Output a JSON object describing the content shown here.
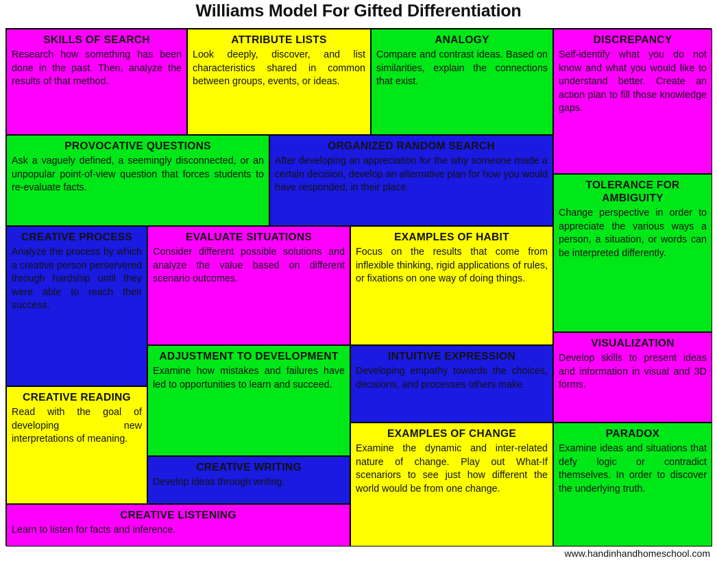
{
  "page": {
    "title": "Williams Model For Gifted Differentiation",
    "footer_url": "www.handinhandhomeschool.com"
  },
  "colors": {
    "magenta": "#ff00ff",
    "yellow": "#ffff00",
    "green": "#00e817",
    "blue": "#1a1ae0",
    "text": "#111111",
    "background": "#ffffff"
  },
  "cells": [
    {
      "id": "skills-of-search",
      "heading": "SKILLS OF SEARCH",
      "body": "Research how something has been done in the past. Then, analyze the results of that method.",
      "color": "magenta"
    },
    {
      "id": "attribute-lists",
      "heading": "ATTRIBUTE LISTS",
      "body": "Look deeply, discover, and list characteristics shared in common between groups, events, or ideas.",
      "color": "yellow"
    },
    {
      "id": "analogy",
      "heading": "ANALOGY",
      "body": "Compare and contrast ideas. Based on similarities, explain the connections that exist.",
      "color": "green"
    },
    {
      "id": "discrepancy",
      "heading": "DISCREPANCY",
      "body": "Self-identify what you do not know and what you would like to understand better. Create an action plan to fill those knowledge gaps.",
      "color": "magenta"
    },
    {
      "id": "provocative-questions",
      "heading": "PROVOCATIVE QUESTIONS",
      "body": "Ask a vaguely defined, a seemingly disconnected, or an unpopular point-of-view question that forces students to re-evaluate facts.",
      "color": "green"
    },
    {
      "id": "organized-random-search",
      "heading": "ORGANIZED RANDOM SEARCH",
      "body": "After developing an appreciation for the why someone made a certain decision, develop an alternative plan for how you would have responded, in their place.",
      "color": "blue"
    },
    {
      "id": "tolerance-for-ambiguity",
      "heading": "TOLERANCE FOR AMBIGUITY",
      "body": "Change perspective in order to appreciate the various ways a person, a situation, or words can be interpreted differently.",
      "color": "green"
    },
    {
      "id": "creative-process",
      "heading": "CREATIVE PROCESS",
      "body": "Analyze the process by which a creative person perservered through hardship until they were able to reach their success.",
      "color": "blue"
    },
    {
      "id": "evaluate-situations",
      "heading": "EVALUATE SITUATIONS",
      "body": "Consider different possible solutions and analyze the value based on different scenario outcomes.",
      "color": "magenta"
    },
    {
      "id": "examples-of-habit",
      "heading": "EXAMPLES OF HABIT",
      "body": "Focus on the results that come from inflexible thinking, rigid applications of rules, or fixations on one way of doing things.",
      "color": "yellow"
    },
    {
      "id": "visualization",
      "heading": "VISUALIZATION",
      "body": "Develop skills to present ideas and information in visual and 3D forms.",
      "color": "magenta"
    },
    {
      "id": "adjustment-to-development",
      "heading": "ADJUSTMENT TO DEVELOPMENT",
      "body": "Examine how mistakes and failures have led to opportunities to learn and succeed.",
      "color": "green"
    },
    {
      "id": "intuitive-expression",
      "heading": "INTUITIVE EXPRESSION",
      "body": "Developing empathy towards the choices, decisions, and processes others make.",
      "color": "blue"
    },
    {
      "id": "creative-reading",
      "heading": "CREATIVE READING",
      "body": "Read with the goal of developing new interpretations of meaning.",
      "color": "yellow"
    },
    {
      "id": "creative-writing",
      "heading": "CREATIVE WRITING",
      "body": "Develop ideas through writing.",
      "color": "blue"
    },
    {
      "id": "examples-of-change",
      "heading": "EXAMPLES OF CHANGE",
      "body": "Examine the dynamic and inter-related nature of change. Play out What-If scenariors to see just how different the world would be from one change.",
      "color": "yellow"
    },
    {
      "id": "paradox",
      "heading": "PARADOX",
      "body": "Examine ideas and situations that defy logic or contradict themselves. In order to discover the underlying truth.",
      "color": "green"
    },
    {
      "id": "creative-listening",
      "heading": "CREATIVE LISTENING",
      "body": "Learn to listen for facts and inference.",
      "color": "magenta"
    }
  ]
}
